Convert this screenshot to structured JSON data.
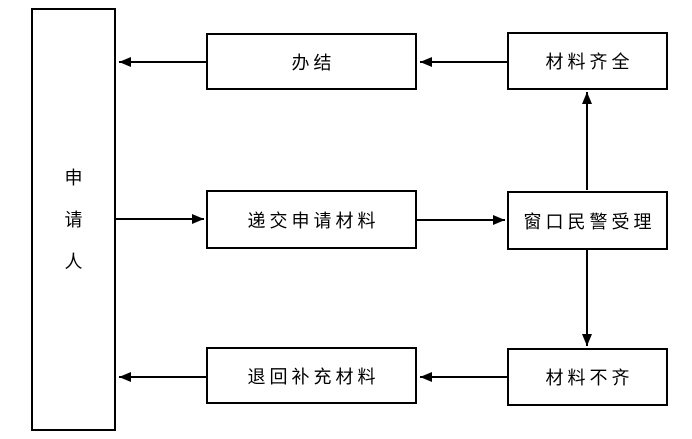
{
  "diagram": {
    "background": "#ffffff",
    "nodes": {
      "applicant": "申请人",
      "finish": "办结",
      "materials_complete": "材料齐全",
      "submit_materials": "递交申请材料",
      "police_accept": "窗口民警受理",
      "return_materials": "退回补充材料",
      "materials_incomplete": "材料不齐"
    },
    "edges": [
      {
        "from": "applicant",
        "to": "submit_materials"
      },
      {
        "from": "submit_materials",
        "to": "police_accept"
      },
      {
        "from": "police_accept",
        "to": "materials_complete"
      },
      {
        "from": "materials_complete",
        "to": "finish"
      },
      {
        "from": "finish",
        "to": "applicant"
      },
      {
        "from": "police_accept",
        "to": "materials_incomplete"
      },
      {
        "from": "materials_incomplete",
        "to": "return_materials"
      },
      {
        "from": "return_materials",
        "to": "applicant"
      }
    ],
    "colors": {
      "box_border": "#000000",
      "box_fill": "#ffffff",
      "arrow": "#000000",
      "text": "#000000"
    }
  }
}
